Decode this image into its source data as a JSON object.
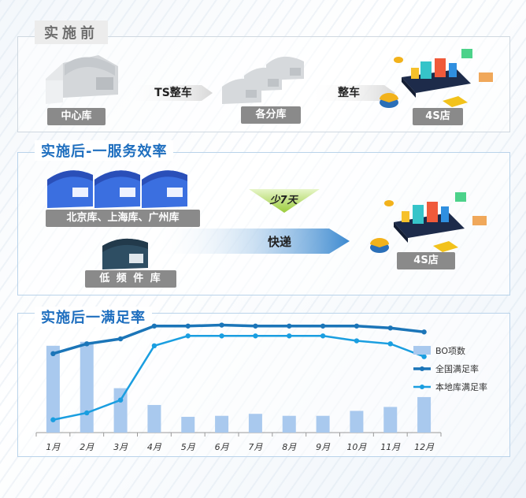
{
  "before": {
    "title": "实施前",
    "center_label": "中心库",
    "arrow1_label": "TS整车",
    "branch_label": "各分库",
    "arrow2_label": "整车",
    "dealer_label": "4S店"
  },
  "after_service": {
    "title": "实施后-一服务效率",
    "regional_label": "北京库、上海库、广州库",
    "lowfreq_label": "低 频 件 库",
    "saving_label": "少7天",
    "express_label": "快递",
    "dealer_label": "4S店"
  },
  "after_fill": {
    "title": "实施后一满足率"
  },
  "colors": {
    "bar": "#a9c9ee",
    "national": "#1b75b8",
    "local": "#1a9ee0",
    "accent": "#1f6fbf"
  },
  "chart_data": {
    "type": "bar+line",
    "categories": [
      "1月",
      "2月",
      "3月",
      "4月",
      "5月",
      "6月",
      "7月",
      "8月",
      "9月",
      "10月",
      "11月",
      "12月"
    ],
    "series": [
      {
        "name": "BO项数",
        "type": "bar",
        "values": [
          88,
          92,
          45,
          28,
          16,
          17,
          19,
          17,
          17,
          22,
          26,
          36
        ]
      },
      {
        "name": "全国满足率",
        "type": "line",
        "values": [
          80,
          90,
          95,
          108,
          108,
          109,
          108,
          108,
          108,
          108,
          106,
          102
        ]
      },
      {
        "name": "本地库满足率",
        "type": "line",
        "values": [
          13,
          20,
          33,
          88,
          98,
          98,
          98,
          98,
          98,
          93,
          90,
          77
        ]
      }
    ],
    "ylim": [
      0,
      115
    ],
    "legend_position": "right",
    "grid": false
  }
}
